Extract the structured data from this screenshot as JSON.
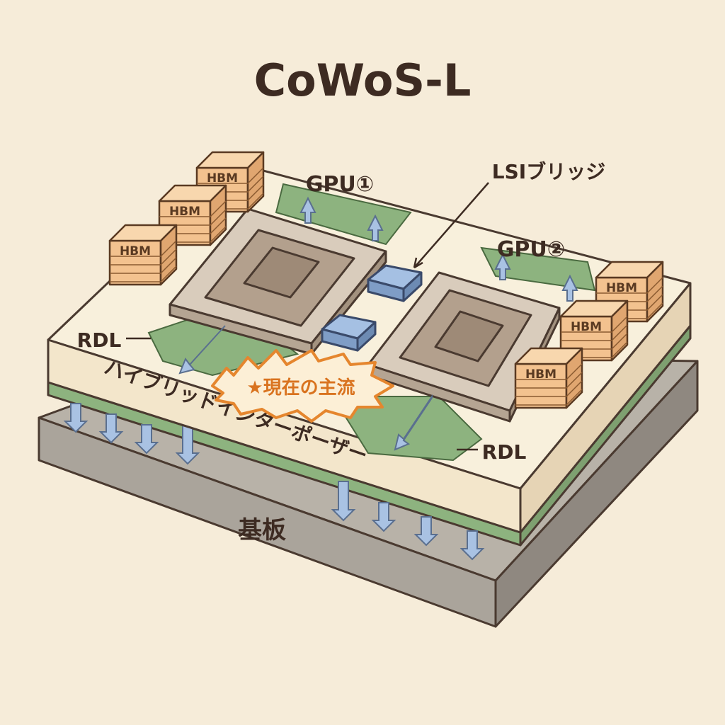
{
  "title": "CoWoS-L",
  "labels": {
    "gpu1": "GPU①",
    "gpu2": "GPU②",
    "bridge": "LSIブリッジ",
    "rdl_left": "RDL",
    "rdl_right": "RDL",
    "badge": "★現在の主流",
    "interposer": "ハイブリッドインターポーザー",
    "substrate": "基板"
  },
  "hbm": [
    "HBM",
    "HBM",
    "HBM",
    "HBM",
    "HBM",
    "HBM"
  ],
  "colors": {
    "background": "#f6ecd9",
    "interposer": "#f8f0dc",
    "rdl_green": "#8db37f",
    "substrate": "#a8a39a",
    "gpu": "#cfc0b0",
    "hbm": "#f3c28f",
    "bridge": "#8fb0d8",
    "badge": "#e5862e",
    "text": "#3d2b22"
  }
}
